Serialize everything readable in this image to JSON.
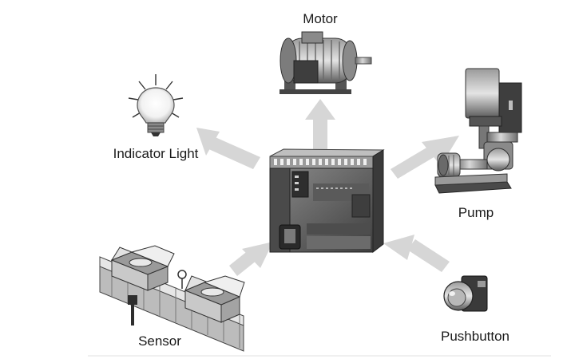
{
  "labels": {
    "motor": "Motor",
    "indicator_light": "Indicator Light",
    "pump": "Pump",
    "sensor": "Sensor",
    "pushbutton": "Pushbutton"
  },
  "colors": {
    "arrow": "#d6d6d6",
    "device_dark": "#3a3a3a",
    "device_mid": "#6e6e6e",
    "device_light": "#b0b0b0",
    "background": "#ffffff"
  }
}
